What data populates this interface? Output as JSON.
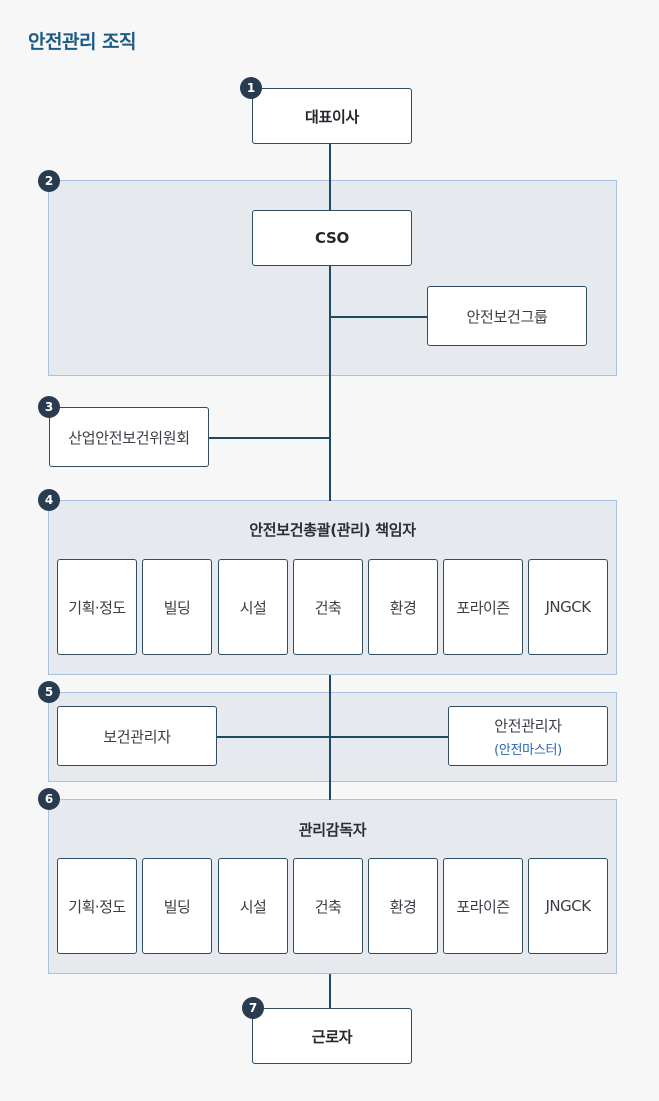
{
  "title": "안전관리 조직",
  "nodes": {
    "ceo": "대표이사",
    "cso": "CSO",
    "safety_health_group": "안전보건그룹",
    "committee": "산업안전보건위원회",
    "general_manager_title": "안전보건총괄(관리) 책임자",
    "health_manager": "보건관리자",
    "safety_manager": "안전관리자",
    "safety_manager_sub": "(안전마스터)",
    "supervisor_title": "관리감독자",
    "workers": "근로자"
  },
  "badges": [
    "1",
    "2",
    "3",
    "4",
    "5",
    "6",
    "7"
  ],
  "units_row_4": [
    "기획·정도",
    "빌딩",
    "시설",
    "건축",
    "환경",
    "포라이즌",
    "JNGCK"
  ],
  "units_row_6": [
    "기획·정도",
    "빌딩",
    "시설",
    "건축",
    "환경",
    "포라이즌",
    "JNGCK"
  ],
  "colors": {
    "title": "#1d5b86",
    "line": "#1e4a63",
    "panel_bg": "#e6eaef",
    "panel_border": "#a9c3de",
    "badge": "#283b4f",
    "sub_text": "#2a66b5"
  }
}
